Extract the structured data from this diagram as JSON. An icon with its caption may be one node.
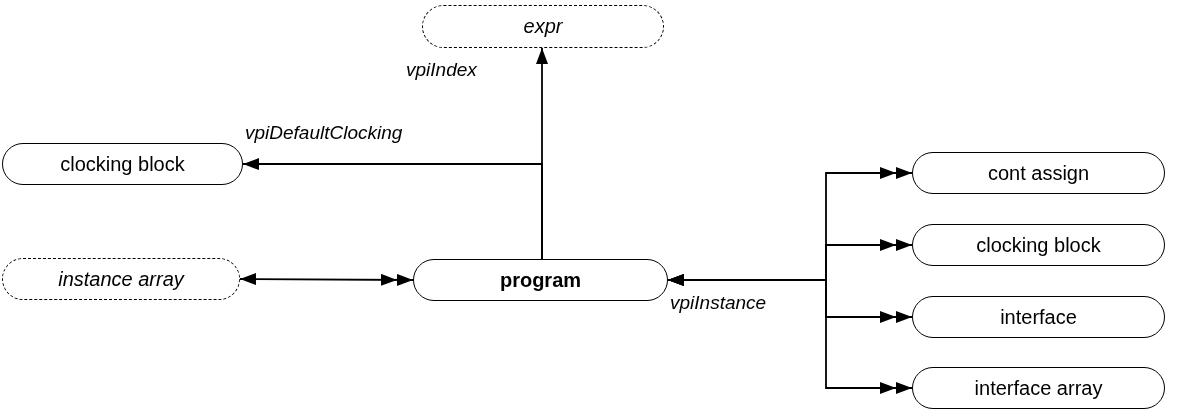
{
  "diagram": {
    "nodes": [
      {
        "text": [
          "expr"
        ]
      },
      {
        "text": [
          "clocking block"
        ]
      },
      {
        "text": [
          "instance array"
        ]
      },
      {
        "text": [
          "program"
        ]
      },
      {
        "text": [
          "cont assign"
        ]
      },
      {
        "text": [
          "clocking block"
        ]
      },
      {
        "text": [
          "interface"
        ]
      },
      {
        "text": [
          "interface array"
        ]
      }
    ],
    "edges": [
      {
        "from": 3,
        "to": 0,
        "arrow": "to",
        "label": "vpiIndex"
      },
      {
        "from": 3,
        "to": 1,
        "arrow": "to",
        "label": "vpiDefaultClocking"
      },
      {
        "from": 2,
        "to": 3,
        "arrow": "both"
      },
      {
        "from": 3,
        "to": 4,
        "arrow": "both",
        "label": "vpiInstance"
      },
      {
        "from": 3,
        "to": 5,
        "arrow": "both"
      },
      {
        "from": 3,
        "to": 6,
        "arrow": "both"
      },
      {
        "from": 3,
        "to": 7,
        "arrow": "both"
      }
    ]
  }
}
